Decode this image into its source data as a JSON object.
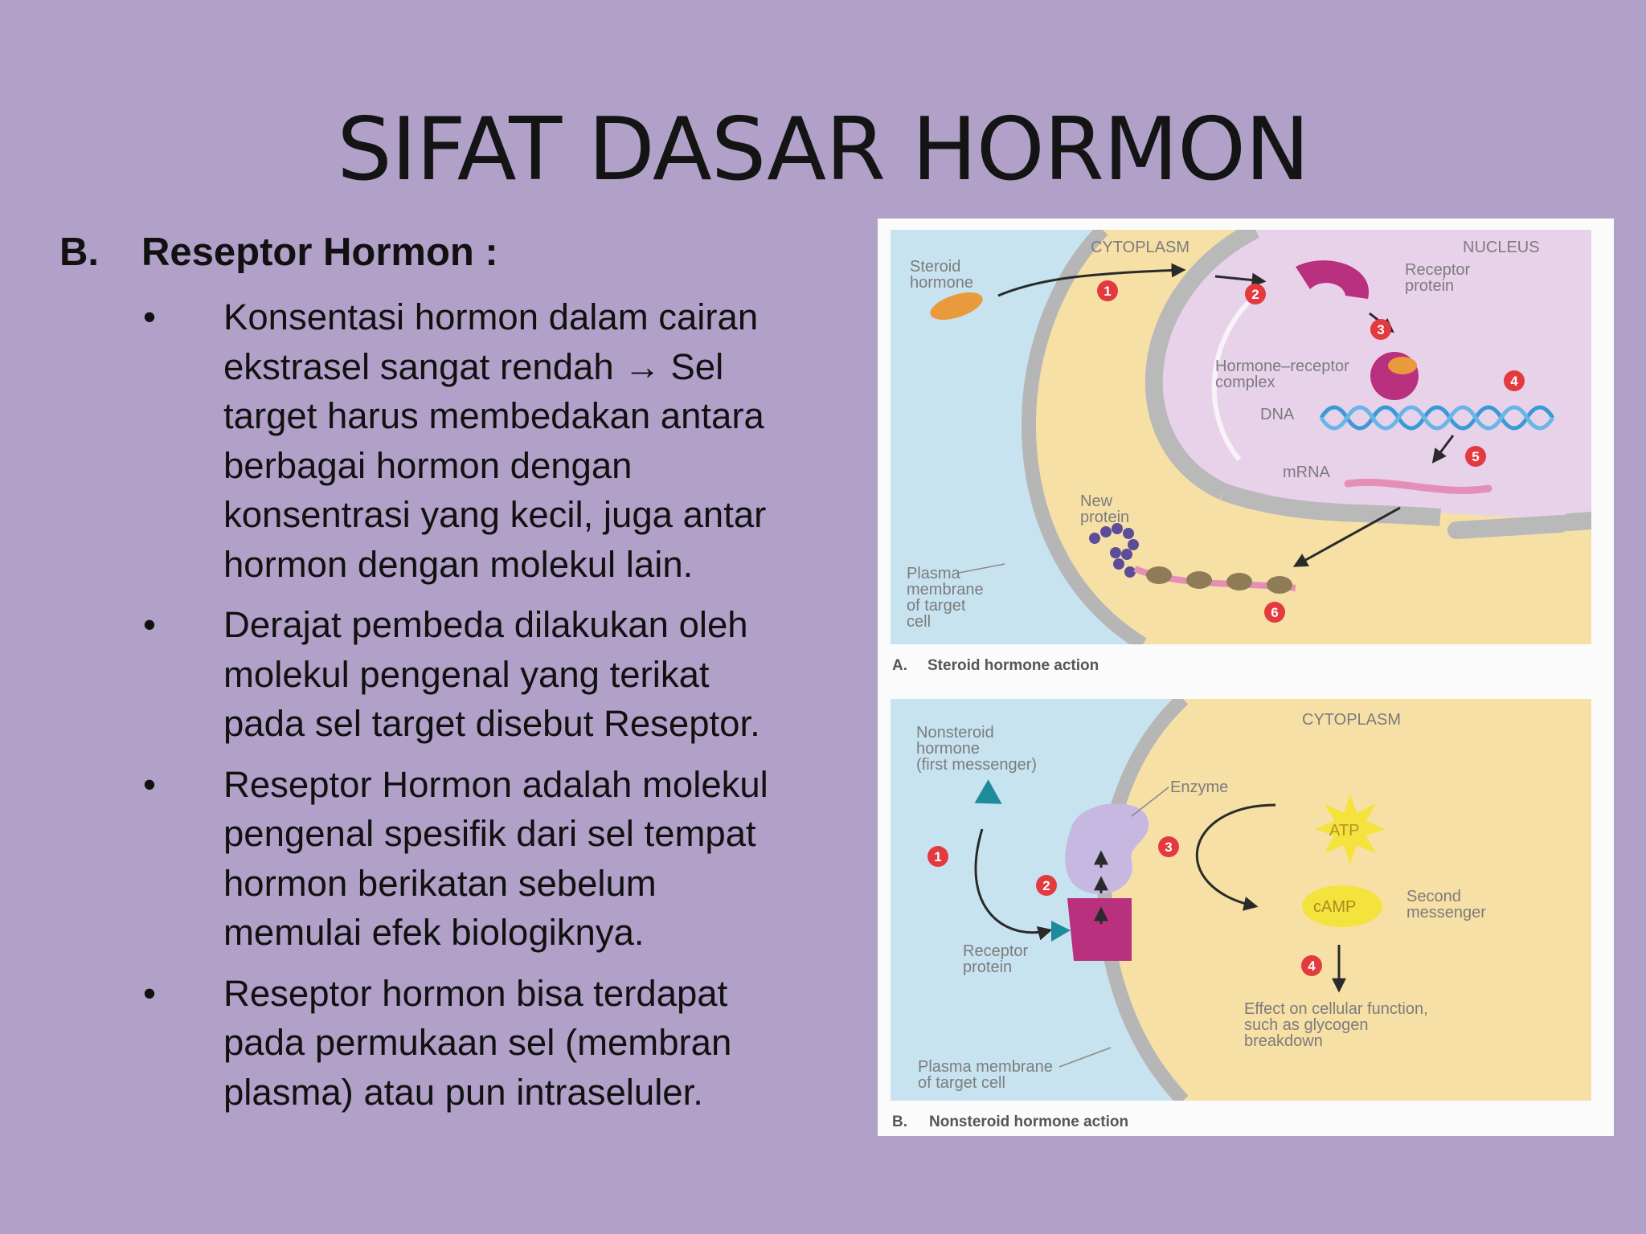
{
  "slide": {
    "title": "SIFAT DASAR HORMON",
    "section": {
      "letter": "B.",
      "heading": "Reseptor Hormon :"
    },
    "bullet_symbol": "•",
    "bullets": [
      {
        "lines": [
          "Konsentasi hormon dalam cairan",
          "ekstrasel sangat rendah → Sel",
          "target harus membedakan antara",
          "berbagai hormon dengan",
          "konsentrasi yang kecil,  juga antar",
          "hormon dengan molekul lain."
        ]
      },
      {
        "lines": [
          "Derajat pembeda dilakukan oleh",
          "molekul pengenal yang terikat",
          "pada sel target disebut Reseptor."
        ]
      },
      {
        "lines": [
          "Reseptor Hormon adalah molekul",
          "pengenal spesifik dari sel tempat",
          "hormon berikatan sebelum",
          "memulai efek biologiknya."
        ]
      },
      {
        "lines": [
          "Reseptor hormon bisa terdapat",
          "pada permukaan sel (membran",
          "plasma) atau pun intraseluler."
        ]
      }
    ]
  },
  "figure": {
    "panel_a": {
      "caption_letter": "A.",
      "caption": "Steroid hormone action",
      "labels": {
        "cytoplasm": "CYTOPLASM",
        "nucleus": "NUCLEUS",
        "steroid_1": "Steroid",
        "steroid_2": "hormone",
        "receptor_1": "Receptor",
        "receptor_2": "protein",
        "complex_1": "Hormone–receptor",
        "complex_2": "complex",
        "dna": "DNA",
        "mrna": "mRNA",
        "new_protein_1": "New",
        "new_protein_2": "protein",
        "membrane_1": "Plasma",
        "membrane_2": "membrane",
        "membrane_3": "of target",
        "membrane_4": "cell"
      },
      "steps": [
        "1",
        "2",
        "3",
        "4",
        "5",
        "6"
      ]
    },
    "panel_b": {
      "caption_letter": "B.",
      "caption": "Nonsteroid hormone action",
      "labels": {
        "cytoplasm": "CYTOPLASM",
        "nonsteroid_1": "Nonsteroid",
        "nonsteroid_2": "hormone",
        "nonsteroid_3": "(first messenger)",
        "enzyme": "Enzyme",
        "atp": "ATP",
        "camp": "cAMP",
        "second_1": "Second",
        "second_2": "messenger",
        "receptor_1": "Receptor",
        "receptor_2": "protein",
        "effect_1": "Effect on cellular function,",
        "effect_2": "such as glycogen",
        "effect_3": "breakdown",
        "membrane_1": "Plasma membrane",
        "membrane_2": "of target cell"
      },
      "steps": [
        "1",
        "2",
        "3",
        "4"
      ]
    },
    "colors": {
      "extracellular": "#c8e3f0",
      "cytoplasm": "#f6e0a6",
      "nucleus": "#e7d2ea",
      "membrane": "#b6b6b6",
      "step_marker": "#e23a3f",
      "receptor": "#b9307f",
      "hormone": "#e99a3c",
      "dna": "#3a9ad6",
      "camp": "#f4e33c"
    }
  }
}
